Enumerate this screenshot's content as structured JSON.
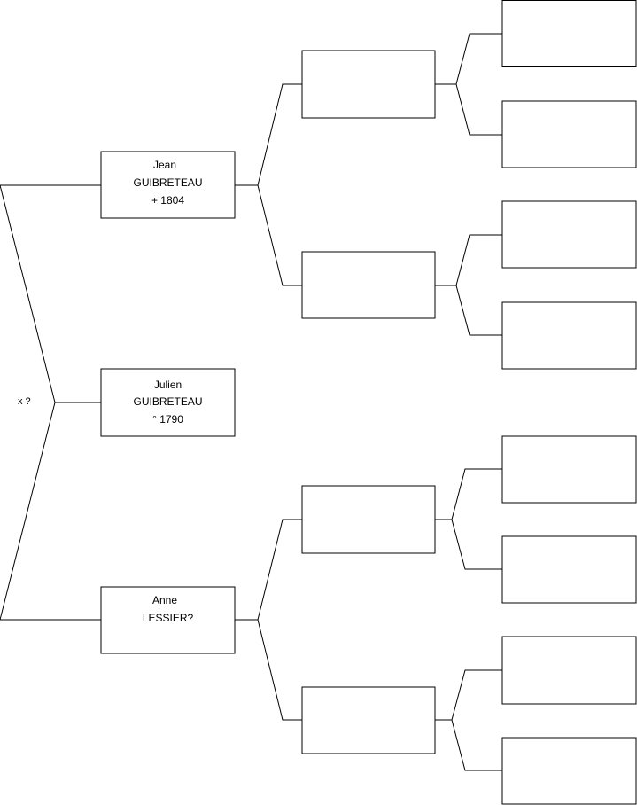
{
  "marriage_label": "x ?",
  "subject": {
    "lines": [
      "Julien",
      "GUIBRETEAU",
      "° 1790"
    ]
  },
  "father": {
    "lines": [
      "Jean",
      "GUIBRETEAU",
      "+ 1804"
    ]
  },
  "mother": {
    "lines": [
      "Anne",
      "LESSIER?"
    ]
  },
  "grandparents": [
    {
      "lines": []
    },
    {
      "lines": []
    },
    {
      "lines": []
    },
    {
      "lines": []
    }
  ],
  "great_grandparents": [
    {
      "lines": []
    },
    {
      "lines": []
    },
    {
      "lines": []
    },
    {
      "lines": []
    },
    {
      "lines": []
    },
    {
      "lines": []
    },
    {
      "lines": []
    },
    {
      "lines": []
    }
  ]
}
